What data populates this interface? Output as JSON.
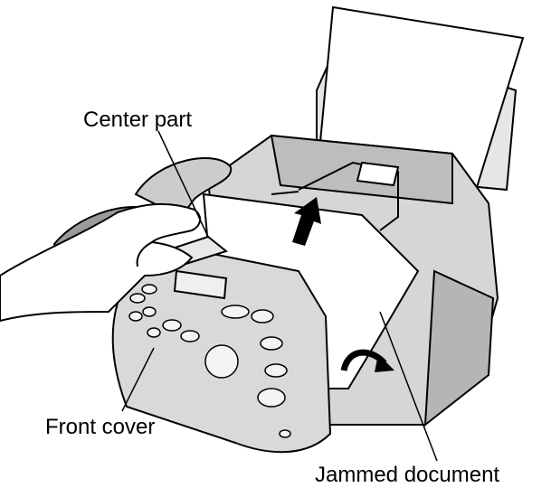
{
  "labels": {
    "center_part": "Center part",
    "front_cover": "Front cover",
    "jammed_document": "Jammed document"
  },
  "colors": {
    "line": "#000000",
    "body_light": "#e6e6e6",
    "body_mid": "#cfcfcf",
    "body_dark": "#9a9a9a",
    "paper": "#ffffff",
    "arrow": "#000000"
  }
}
